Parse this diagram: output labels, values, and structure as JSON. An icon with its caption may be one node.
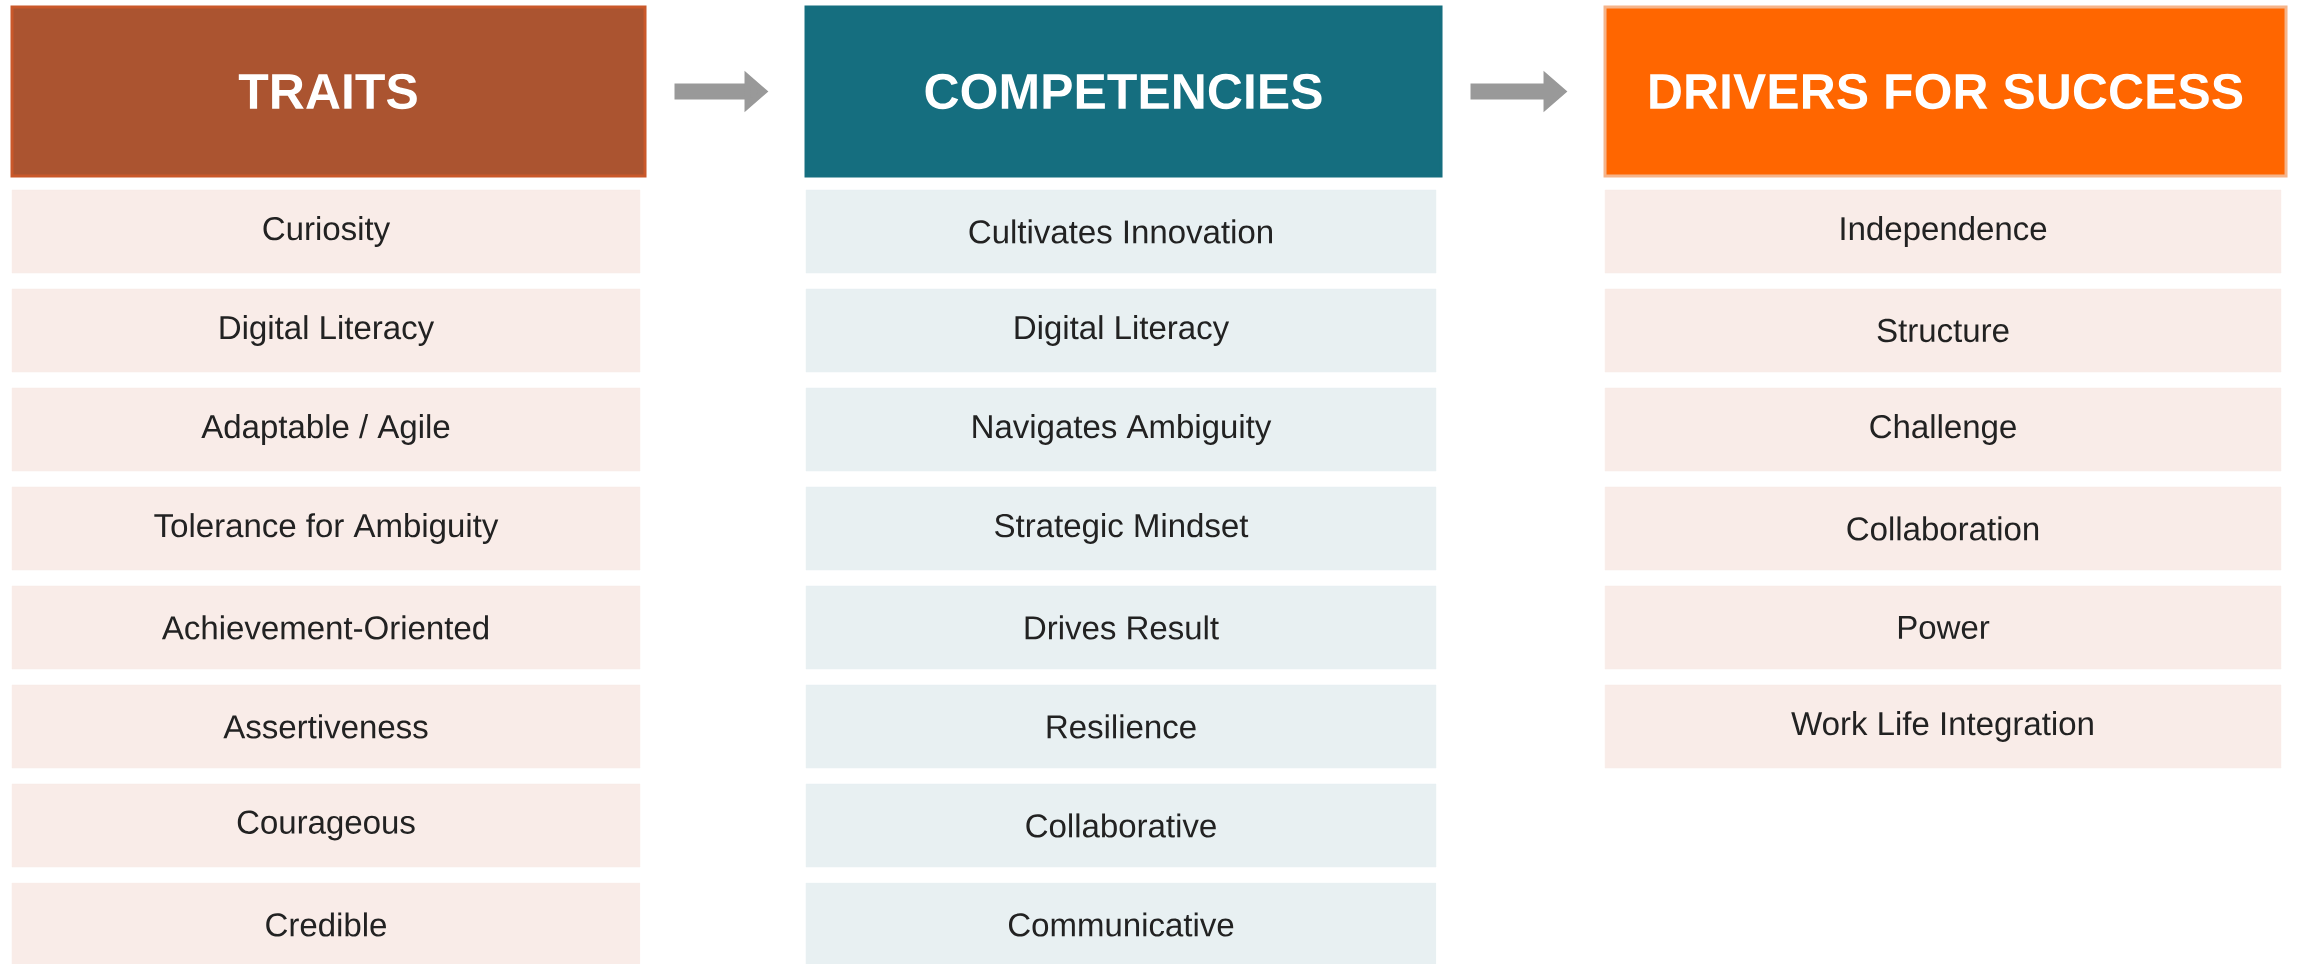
{
  "diagram": {
    "nodes": [
      {
        "text": [
          "TRAITS"
        ]
      },
      {
        "text": [
          "Curiosity"
        ]
      },
      {
        "text": [
          "Digital Literacy"
        ]
      },
      {
        "text": [
          "Adaptable / Agile"
        ]
      },
      {
        "text": [
          "Tolerance for Ambiguity"
        ]
      },
      {
        "text": [
          "Achievement-Oriented"
        ]
      },
      {
        "text": [
          "Assertiveness"
        ]
      },
      {
        "text": [
          "Courageous"
        ]
      },
      {
        "text": [
          "Credible"
        ]
      },
      {
        "text": [
          "COMPETENCIES"
        ]
      },
      {
        "text": [
          "Cultivates Innovation"
        ]
      },
      {
        "text": [
          "Digital Literacy"
        ]
      },
      {
        "text": [
          "Navigates Ambiguity"
        ]
      },
      {
        "text": [
          "Strategic Mindset"
        ]
      },
      {
        "text": [
          "Drives Result"
        ]
      },
      {
        "text": [
          "Resilience"
        ]
      },
      {
        "text": [
          "Collaborative"
        ]
      },
      {
        "text": [
          "Communicative"
        ]
      },
      {
        "text": [
          "DRIVERS FOR SUCCESS"
        ]
      },
      {
        "text": [
          "Independence"
        ]
      },
      {
        "text": [
          "Structure"
        ]
      },
      {
        "text": [
          "Challenge"
        ]
      },
      {
        "text": [
          "Collaboration"
        ]
      },
      {
        "text": [
          "Power"
        ]
      },
      {
        "text": [
          "Work Life Integration"
        ]
      }
    ],
    "edges": [
      {
        "from": 0,
        "to": 9,
        "arrow": "to"
      },
      {
        "from": 9,
        "to": 18,
        "arrow": "to"
      }
    ]
  }
}
